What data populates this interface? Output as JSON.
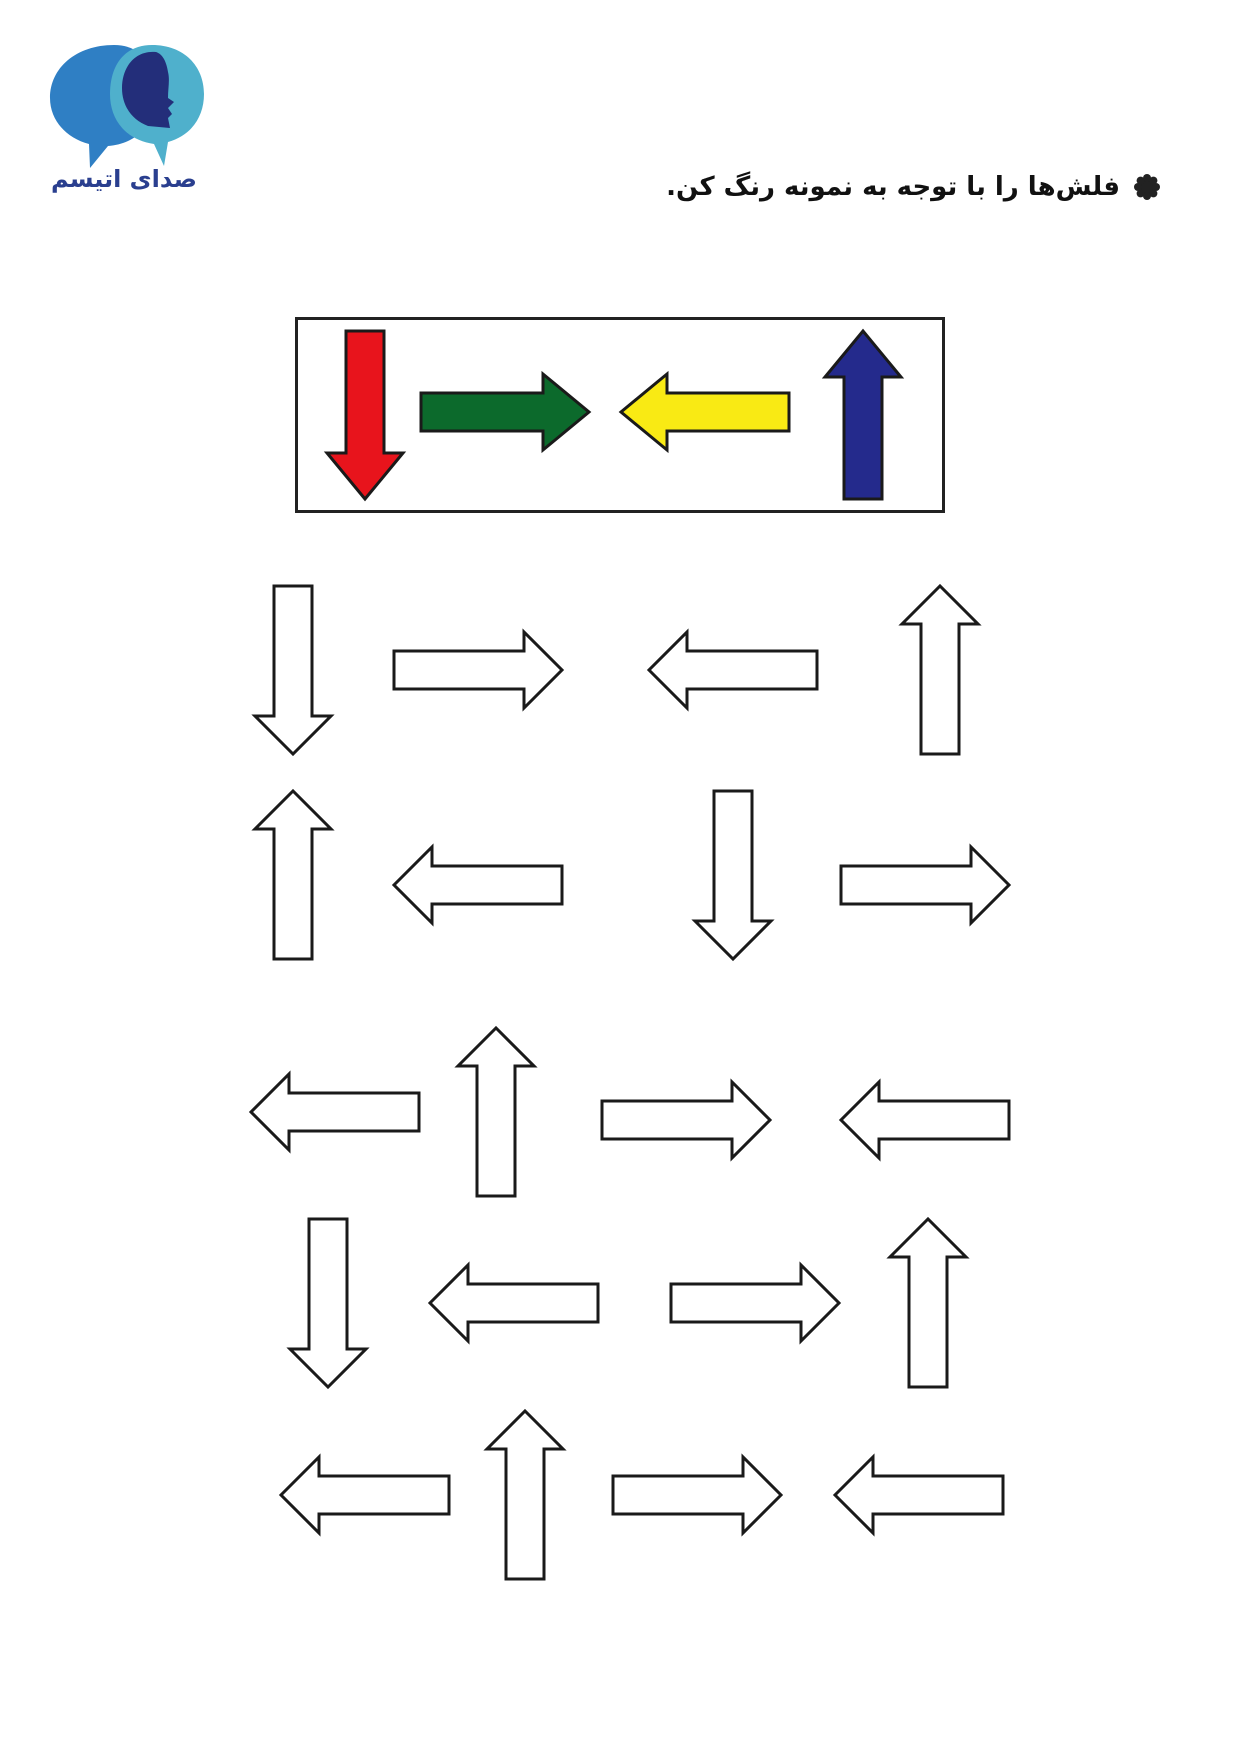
{
  "logo": {
    "text": "صدای اتیسم",
    "colors": {
      "left_bubble": "#2f7fc4",
      "right_bubble": "#4fb0cc",
      "profile": "#232e7a",
      "text": "#2a3f8f"
    }
  },
  "instruction": {
    "bullet_icon": "flower-bullet-icon",
    "text": "فلش‌ها را با توجه به نمونه رنگ کن."
  },
  "sample": {
    "arrows": [
      {
        "direction": "down",
        "color": "#e8141c"
      },
      {
        "direction": "right",
        "color": "#0c6a2c"
      },
      {
        "direction": "left",
        "color": "#f9ea14"
      },
      {
        "direction": "up",
        "color": "#242a8c"
      }
    ]
  },
  "exercise": {
    "fill": "#ffffff",
    "rows": [
      [
        "down",
        "right",
        "left",
        "up"
      ],
      [
        "up",
        "left",
        "down",
        "right"
      ],
      [
        "left",
        "up",
        "right",
        "left"
      ],
      [
        "down",
        "left",
        "right",
        "up"
      ],
      [
        "left",
        "up",
        "right",
        "left"
      ]
    ]
  }
}
